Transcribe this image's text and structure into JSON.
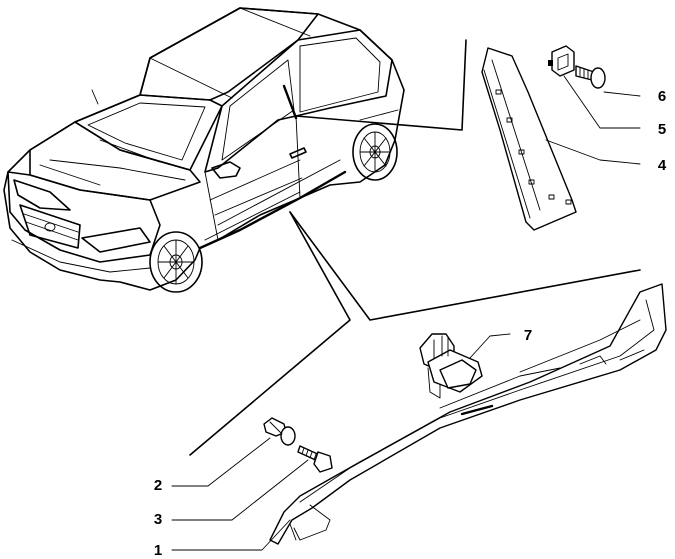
{
  "diagram": {
    "callouts": [
      {
        "id": "1",
        "label": "1"
      },
      {
        "id": "2",
        "label": "2"
      },
      {
        "id": "3",
        "label": "3"
      },
      {
        "id": "4",
        "label": "4"
      },
      {
        "id": "5",
        "label": "5"
      },
      {
        "id": "6",
        "label": "6"
      },
      {
        "id": "7",
        "label": "7"
      }
    ]
  },
  "colors": {
    "ink": "#000000",
    "paper": "#ffffff"
  }
}
